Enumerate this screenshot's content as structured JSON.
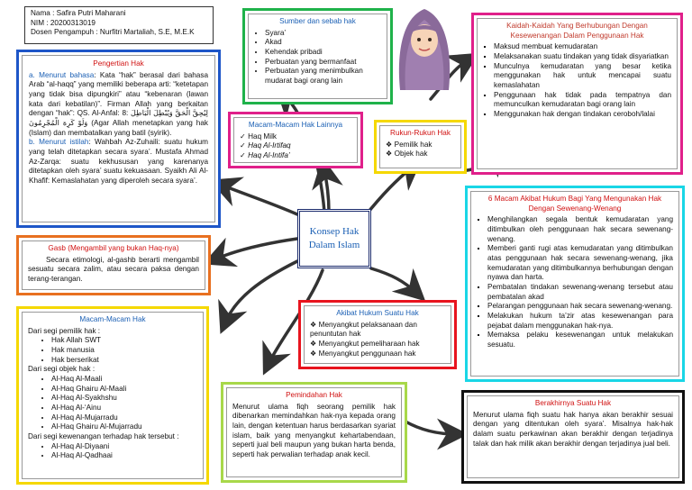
{
  "header": {
    "name": "Nama : Safira Putri Maharani",
    "nim": "NIM : 20200313019",
    "dosen": "Dosen Pengampuh : Nurfitri Martaliah, S.E, M.E.K"
  },
  "center": {
    "title": "Konsep Hak Dalam Islam"
  },
  "pengertian": {
    "title": "Pengertian Hak",
    "a_label": "a. Menurut bahasa",
    "a_text": ": Kata “hak” berasal dari bahasa Arab “al-haqq” yang memiliki beberapa arti: “ketetapan yang tidak bisa dipungkiri” atau “kebenaran (lawan kata dari kebatilan)”. Firman Allah yang berkaitan dengan “hak”: QS. Al-Anfal: 8:",
    "arabic": "لِيُحِقَّ الْحَقَّ وَيُبْطِلَ الْبَاطِلَ وَلَوْ كَرِهَ الْمُجْرِمُونَ",
    "agar": "(Agar Allah menetapkan yang hak (Islam) dan membatalkan yang batil (syirik).",
    "b_label": "b. Menurut istilah",
    "b_text": ": Wahbah Az-Zuhaili: suatu hukum yang telah ditetapkan secara syara’. Mustafa Ahmad Az-Zarqa: suatu kekhususan yang karenanya ditetapkan oleh syara’ suatu kekuasaan. Syaikh Ali Al-Khafif: Kemaslahatan yang diperoleh secara syara’."
  },
  "sumber": {
    "title": "Sumber dan sebab hak",
    "items": [
      "Syara’",
      "Akad",
      "Kehendak pribadi",
      "Perbuatan yang bermanfaat",
      "Perbuatan yang menimbulkan mudarat bagi orang lain"
    ]
  },
  "macam_lain": {
    "title": "Macam-Macam Hak Lainnya",
    "items": [
      "Haq Milk",
      "Haq Al-Irtifaq",
      "Haq Al-Intifa’"
    ]
  },
  "rukun": {
    "title": "Rukun-Rukun Hak",
    "items": [
      "Pemilik hak",
      "Objek hak"
    ]
  },
  "kaidah": {
    "title": "Kaidah-Kaidah Yang Berhubungan Dengan Kesewenangan Dalam Penggunaan Hak",
    "items": [
      "Maksud membuat kemudaratan",
      "Melaksanakan suatu tindakan yang tidak disyariatkan",
      "Munculnya kemudaratan yang besar ketika menggunakan hak untuk mencapai suatu kemaslahatan",
      "Penggunaan hak tidak pada tempatnya dan memunculkan kemudaratan bagi orang lain",
      "Menggunakan hak dengan tindakan ceroboh/lalai"
    ]
  },
  "akibat6": {
    "title": "6 Macam Akibat Hukum Bagi Yang Mengunakan Hak Dengan Sewenang-Wenang",
    "items": [
      "Menghilangkan segala bentuk kemudaratan yang ditimbulkan oleh penggunaan hak secara sewenang-wenang.",
      "Memberi ganti rugi atas kemudaratan yang ditimbulkan atas penggunaan hak secara sewenang-wenang, jika kemudaratan yang ditimbulkannya berhubungan dengan nyawa dan harta.",
      "Pembatalan tindakan sewenang-wenang tersebut atau pembatalan akad",
      "Pelarangan penggunaan hak secara sewenang-wenang.",
      "Melakukan hukum ta’zir atas kesewenangan para pejabat dalam menggunakan hak-nya.",
      "Memaksa pelaku kesewenangan untuk melakukan sesuatu."
    ]
  },
  "gasb": {
    "title": "Gasb (Mengambil yang bukan Haq-nya)",
    "text": "Secara etimologi, al-gashb berarti mengambil sesuatu secara zalim, atau secara paksa dengan terang-terangan."
  },
  "akibat": {
    "title": "Akibat Hukum Suatu Hak",
    "items": [
      "Menyangkut pelaksanaan dan penuntutan hak",
      "Menyangkut pemeliharaan hak",
      "Menyangkut penggunaan hak"
    ]
  },
  "macam": {
    "title": "Macam-Macam Hak",
    "g1": "Dari segi pemilik hak :",
    "g1_items": [
      "Hak Allah SWT",
      "Hak manusia",
      "Hak berserikat"
    ],
    "g2": "Dari segi objek hak :",
    "g2_items": [
      "Al-Haq Al-Maali",
      "Al-Haq Ghairu Al-Maali",
      "Al-Haq Al-Syakhshu",
      "Al-Haq Al-‘Ainu",
      "Al-Haq Al-Mujarradu",
      "Al-Haq Ghairu Al-Mujarradu"
    ],
    "g3": "Dari segi kewenangan terhadap hak tersebut :",
    "g3_items": [
      "Al-Haq Al-Diyaani",
      "Al-Haq Al-Qadhaai"
    ]
  },
  "pemindahan": {
    "title": "Pemindahan Hak",
    "text": "Menurut ulama fiqh seorang pemilik hak dibenarkan memindahkan hak-nya kepada orang lain, dengan ketentuan harus berdasarkan syariat islam, baik yang menyangkut kehartabendaan, seperti jual beli maupun yang bukan harta benda, seperti hak perwalian terhadap anak kecil."
  },
  "berakhir": {
    "title": "Berakhirnya Suatu Hak",
    "text": "Menurut ulama fiqh suatu hak hanya akan berakhir sesuai dengan yang ditentukan oleh syara’. Misalnya hak-hak dalam suatu perkawinan akan berakhir dengan terjadinya talak dan hak milik akan berakhir dengan terjadinya jual beli."
  },
  "colors": {
    "blue": "#1e56c8",
    "green": "#1fb24a",
    "magenta": "#e0208a",
    "yellow": "#f5d800",
    "pink": "#ff5fa8",
    "cyan": "#19d6e6",
    "orange": "#e87020",
    "red": "#e8141e",
    "yellowgreen": "#a8d84a",
    "black": "#111111",
    "navy": "#1a2a6c"
  }
}
